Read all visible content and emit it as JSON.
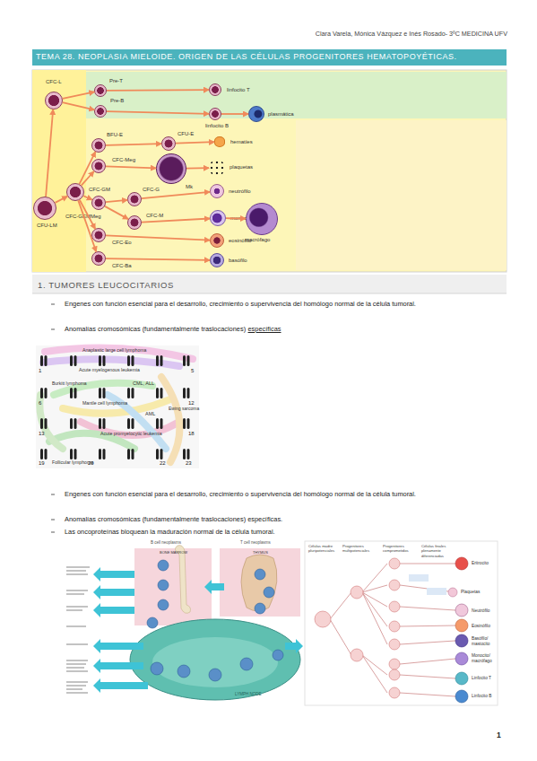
{
  "diagram": {
    "title": "TEMA 28. NEOPLASIA MIELOIDE. ORIGEN DE LAS CÉLULAS PROGENITORES HEMATOPOYÉTICAS.",
    "nodes": [
      {
        "text": [
          "CFC-L"
        ]
      },
      {
        "text": [
          "Pre-T"
        ]
      },
      {
        "text": [
          "linfocito T"
        ]
      },
      {
        "text": [
          "Pre-B"
        ]
      },
      {
        "text": [
          "linfocito B"
        ]
      },
      {
        "text": [
          "plasmática"
        ]
      },
      {
        "text": [
          "BFU-E"
        ]
      },
      {
        "text": [
          "CFU-E"
        ]
      },
      {
        "text": [
          "hematíes"
        ]
      },
      {
        "text": [
          "CFC-Meg"
        ]
      },
      {
        "text": [
          "Mk"
        ]
      },
      {
        "text": [
          "plaquetas"
        ]
      },
      {
        "text": [
          "CFU-LM"
        ]
      },
      {
        "text": [
          "CFC-GEMMeg"
        ]
      },
      {
        "text": [
          "CFC-GM"
        ]
      },
      {
        "text": [
          "CFC-G"
        ]
      },
      {
        "text": [
          "neutrófilo"
        ]
      },
      {
        "text": [
          "CFC-M"
        ]
      },
      {
        "text": [
          "monocito"
        ]
      },
      {
        "text": [
          "macrófago"
        ]
      },
      {
        "text": [
          "CFC-Eo"
        ]
      },
      {
        "text": [
          "eosinófilo"
        ]
      },
      {
        "text": [
          "CFC-Ba"
        ]
      },
      {
        "text": [
          "basófilo"
        ]
      }
    ],
    "edges": [
      {
        "from": 12,
        "to": 0,
        "arrow": "to"
      },
      {
        "from": 12,
        "to": 13,
        "arrow": "to"
      },
      {
        "from": 0,
        "to": 1,
        "arrow": "to"
      },
      {
        "from": 0,
        "to": 3,
        "arrow": "to"
      },
      {
        "from": 1,
        "to": 2,
        "arrow": "to"
      },
      {
        "from": 3,
        "to": 4,
        "arrow": "to"
      },
      {
        "from": 4,
        "to": 5,
        "arrow": "to"
      },
      {
        "from": 13,
        "to": 6,
        "arrow": "to"
      },
      {
        "from": 6,
        "to": 7,
        "arrow": "to"
      },
      {
        "from": 7,
        "to": 8,
        "arrow": "to"
      },
      {
        "from": 13,
        "to": 9,
        "arrow": "to"
      },
      {
        "from": 9,
        "to": 10,
        "arrow": "to"
      },
      {
        "from": 10,
        "to": 11,
        "arrow": "to"
      },
      {
        "from": 13,
        "to": 14,
        "arrow": "to"
      },
      {
        "from": 14,
        "to": 15,
        "arrow": "to"
      },
      {
        "from": 15,
        "to": 16,
        "arrow": "to"
      },
      {
        "from": 14,
        "to": 17,
        "arrow": "to"
      },
      {
        "from": 17,
        "to": 18,
        "arrow": "to"
      },
      {
        "from": 18,
        "to": 19,
        "arrow": "to"
      },
      {
        "from": 13,
        "to": 20,
        "arrow": "to"
      },
      {
        "from": 20,
        "to": 21,
        "arrow": "to"
      },
      {
        "from": 13,
        "to": 22,
        "arrow": "to"
      },
      {
        "from": 22,
        "to": 23,
        "arrow": "to"
      }
    ],
    "labels": [
      "Clara Varela, Mónica Vázquez e Inés Rosado- 3ºC MEDICINA UFV",
      "1. TUMORES LEUCOCITARIOS",
      "Engenes con función esencial para el desarrollo, crecimiento o supervivencia del homólogo normal de la célula tumoral.",
      "Anomalías cromosómicas (fundamentalmente traslocaciones)",
      "específicas",
      "Engenes con función esencial para el desarrollo, crecimiento o supervivencia del homólogo normal de la célula tumoral.",
      "Anomalías cromosómicas (fundamentalmente traslocaciones) específicas.",
      "Las oncoproteínas bloquean la maduración normal de la célula tumoral.",
      "1",
      "Anaplastic large cell lymphoma",
      "Acute myelogenous leukemia",
      "Burkitt lymphoma",
      "CML, ALL",
      "Mantle cell lymphoma",
      "Ewing sarcoma",
      "AML",
      "Acute promyelocytic leukemia",
      "Follicular lymphoma",
      "1",
      "5",
      "6",
      "12",
      "13",
      "18",
      "19",
      "20",
      "22",
      "23",
      "B cell neoplasms",
      "T cell neoplasms",
      "BONE MARROW",
      "THYMUS",
      "LYMPH NODE",
      "Células madre pluripotenciales",
      "Progenitores multipotenciales",
      "Progenitores comprometidos",
      "Células finales plenamente diferenciadas",
      "Eritrocito",
      "Plaquetas",
      "Neutrófilo",
      "Eosinófilo",
      "Basófilo/ mastocito",
      "Monocito/ macrófago",
      "Linfocito T",
      "Linfocito B"
    ]
  }
}
